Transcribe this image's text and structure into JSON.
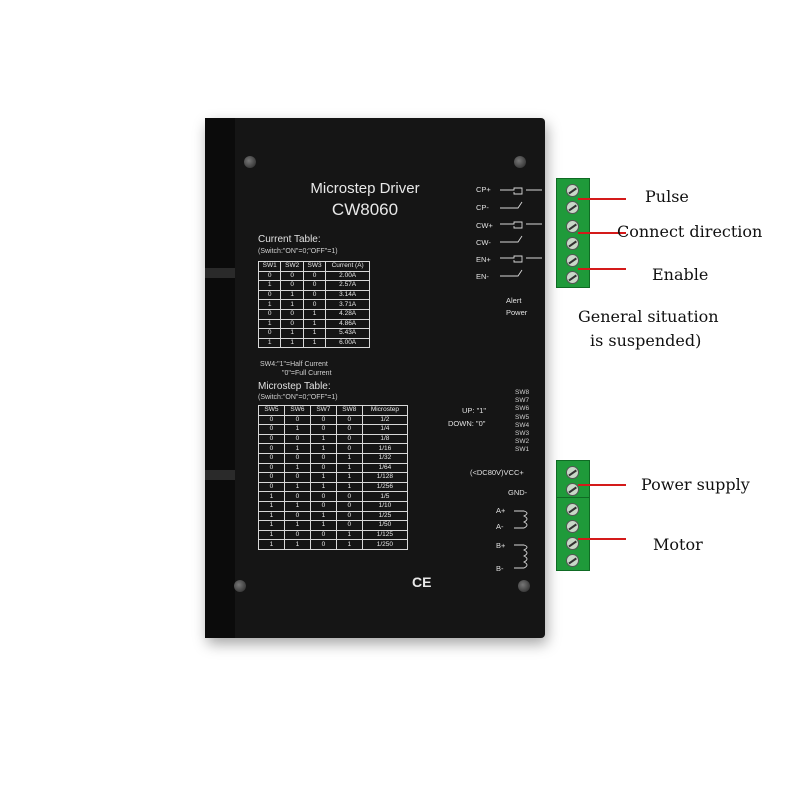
{
  "device": {
    "title": "Microstep  Driver",
    "model": "CW8060",
    "ce_mark": "CE"
  },
  "current_table": {
    "heading": "Current Table:",
    "switch_note": "(Switch:\"ON\"=0;\"OFF\"=1)",
    "columns": [
      "SW1",
      "SW2",
      "SW3",
      "Current (A)"
    ],
    "rows": [
      [
        "0",
        "0",
        "0",
        "2.00A"
      ],
      [
        "1",
        "0",
        "0",
        "2.57A"
      ],
      [
        "0",
        "1",
        "0",
        "3.14A"
      ],
      [
        "1",
        "1",
        "0",
        "3.71A"
      ],
      [
        "0",
        "0",
        "1",
        "4.28A"
      ],
      [
        "1",
        "0",
        "1",
        "4.86A"
      ],
      [
        "0",
        "1",
        "1",
        "5.43A"
      ],
      [
        "1",
        "1",
        "1",
        "6.00A"
      ]
    ],
    "sw4_line1": "SW4:\"1\"=Half  Current",
    "sw4_line2": "\"0\"=Full  Current"
  },
  "microstep_table": {
    "heading": "Microstep Table:",
    "switch_note": "(Switch:\"ON\"=0;\"OFF\"=1)",
    "columns": [
      "SW5",
      "SW6",
      "SW7",
      "SW8",
      "Microstep"
    ],
    "rows": [
      [
        "0",
        "0",
        "0",
        "0",
        "1/2"
      ],
      [
        "0",
        "1",
        "0",
        "0",
        "1/4"
      ],
      [
        "0",
        "0",
        "1",
        "0",
        "1/8"
      ],
      [
        "0",
        "1",
        "1",
        "0",
        "1/16"
      ],
      [
        "0",
        "0",
        "0",
        "1",
        "1/32"
      ],
      [
        "0",
        "1",
        "0",
        "1",
        "1/64"
      ],
      [
        "0",
        "0",
        "1",
        "1",
        "1/128"
      ],
      [
        "0",
        "1",
        "1",
        "1",
        "1/256"
      ],
      [
        "1",
        "0",
        "0",
        "0",
        "1/5"
      ],
      [
        "1",
        "1",
        "0",
        "0",
        "1/10"
      ],
      [
        "1",
        "0",
        "1",
        "0",
        "1/25"
      ],
      [
        "1",
        "1",
        "1",
        "0",
        "1/50"
      ],
      [
        "1",
        "0",
        "0",
        "1",
        "1/125"
      ],
      [
        "1",
        "1",
        "0",
        "1",
        "1/250"
      ]
    ]
  },
  "signal_labels": {
    "cp_plus": "CP+",
    "cp_minus": "CP-",
    "cw_plus": "CW+",
    "cw_minus": "CW-",
    "en_plus": "EN+",
    "en_minus": "EN-",
    "alert": "Alert",
    "power": "Power"
  },
  "dip_switch": {
    "labels": [
      "SW8",
      "SW7",
      "SW6",
      "SW5",
      "SW4",
      "SW3",
      "SW2",
      "SW1"
    ],
    "up": "UP:   \"1\"",
    "down": "DOWN:   \"0\""
  },
  "power_labels": {
    "vcc": "(<DC80V)VCC+",
    "gnd": "GND-",
    "a_plus": "A+",
    "a_minus": "A-",
    "b_plus": "B+",
    "b_minus": "B-"
  },
  "callouts": {
    "pulse": "Pulse",
    "direction": "Connect direction",
    "enable": "Enable",
    "general_line1": "General situation",
    "general_line2": "is suspended)",
    "power_supply": "Power supply",
    "motor": "Motor"
  },
  "colors": {
    "device": "#151515",
    "terminal": "#1f9a3a",
    "callout_line": "#d41a1a"
  }
}
